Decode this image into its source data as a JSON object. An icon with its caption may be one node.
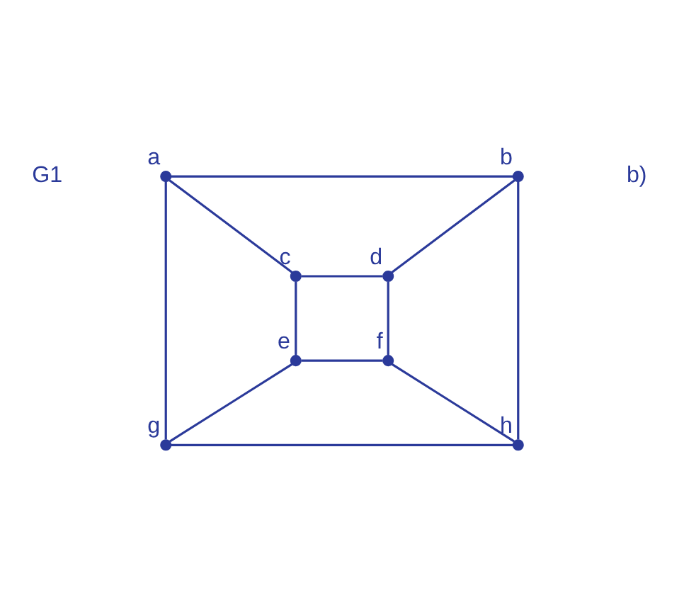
{
  "diagram": {
    "nodes": [
      {
        "text": [],
        "shape": "circle",
        "beside": [
          "a"
        ]
      },
      {
        "text": [],
        "shape": "circle",
        "beside": [
          "b"
        ]
      },
      {
        "text": [],
        "shape": "circle",
        "beside": [
          "c"
        ]
      },
      {
        "text": [],
        "shape": "circle",
        "beside": [
          "d"
        ]
      },
      {
        "text": [],
        "shape": "circle",
        "beside": [
          "e"
        ]
      },
      {
        "text": [],
        "shape": "circle",
        "beside": [
          "f"
        ]
      },
      {
        "text": [],
        "shape": "circle",
        "beside": [
          "g"
        ]
      },
      {
        "text": [],
        "shape": "circle",
        "beside": [
          "h"
        ]
      }
    ],
    "edges": [
      {
        "from": 0,
        "to": 1,
        "arrow": "none"
      },
      {
        "from": 0,
        "to": 2,
        "arrow": "none"
      },
      {
        "from": 1,
        "to": 3,
        "arrow": "none"
      },
      {
        "from": 2,
        "to": 3,
        "arrow": "none"
      },
      {
        "from": 0,
        "to": 6,
        "arrow": "none"
      },
      {
        "from": 2,
        "to": 4,
        "arrow": "none"
      },
      {
        "from": 3,
        "to": 5,
        "arrow": "none"
      },
      {
        "from": 1,
        "to": 7,
        "arrow": "none"
      },
      {
        "from": 4,
        "to": 5,
        "arrow": "none"
      },
      {
        "from": 4,
        "to": 6,
        "arrow": "none"
      },
      {
        "from": 5,
        "to": 7,
        "arrow": "none"
      },
      {
        "from": 6,
        "to": 7,
        "arrow": "none"
      }
    ],
    "labels": [
      "b)",
      "G1"
    ]
  }
}
